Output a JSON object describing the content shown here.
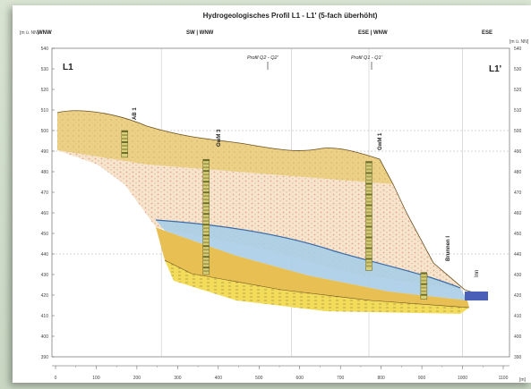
{
  "title": "Hydrogeologisches Profil  L1 - L1'  (5-fach überhöht)",
  "unit_label_left": "[m ü. NN]",
  "unit_label_right": "[m ü. NN]",
  "x_unit_label": "[m]",
  "profile_start": "L1",
  "profile_end": "L1'",
  "direction_labels": [
    "WNW",
    "SW  |  WNW",
    "ESE  |  WNW",
    "ESE"
  ],
  "profile_refs": [
    "Profil  Q2 - Q2'",
    "Profil  Q1 - Q1'"
  ],
  "wells": [
    {
      "name": "AB 1",
      "x": 170
    },
    {
      "name": "GwM 3",
      "x": 370
    },
    {
      "name": "GwM 1",
      "x": 770
    },
    {
      "name": "Brunnen I",
      "x": 905
    }
  ],
  "river_label": "Inn",
  "y_ticks": [
    540,
    530,
    520,
    510,
    500,
    490,
    480,
    470,
    460,
    450,
    440,
    430,
    420,
    410,
    400,
    390
  ],
  "y_ticks_right": [
    540,
    530,
    520,
    510,
    500,
    490,
    480,
    470,
    460,
    450,
    440,
    430,
    420,
    410,
    400,
    390
  ],
  "x_ticks": [
    0,
    100,
    200,
    300,
    400,
    500,
    600,
    700,
    800,
    900,
    1000,
    1100
  ],
  "colors": {
    "top_layer": "#ecd086",
    "gravel": "#f6e4cc",
    "groundwater": "#a9cde6",
    "lower_layer": "#e8bf52",
    "basement": "#f3dc5a",
    "river": "#4a60b8",
    "well_column": "#8a8a3a"
  }
}
